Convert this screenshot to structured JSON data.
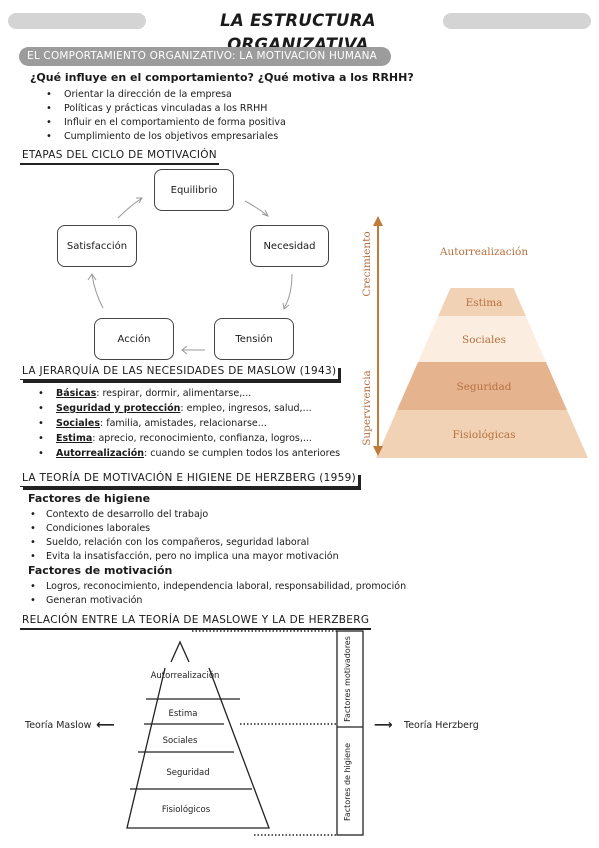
{
  "title": "La estructura organizativa",
  "motivation_header": "EL COMPORTAMIENTO ORGANIZATIVO: LA MOTIVACIÓN HUMANA",
  "question": "¿Qué influye en el comportamiento? ¿Qué motiva a los RRHH?",
  "influences": [
    "Orientar la dirección de la empresa",
    "Políticas y prácticas vinculadas a los RRHH",
    "Influir en el comportamiento de forma positiva",
    "Cumplimiento de los objetivos empresariales"
  ],
  "cycle": {
    "heading": "ETAPAS DEL CICLO DE MOTIVACIÓN",
    "stages": [
      "Equilibrio",
      "Necesidad",
      "Tensión",
      "Acción",
      "Satisfacción"
    ]
  },
  "maslow_pyramid": {
    "levels": [
      "Autorrealización",
      "Estima",
      "Sociales",
      "Seguridad",
      "Fisiológicas"
    ],
    "colors": [
      "#ffffff",
      "#f2d2b4",
      "#fbede0",
      "#e6b38f",
      "#f2d2b4"
    ],
    "text_color": "#b5703f",
    "axis_color": "#c07a3a",
    "axis_labels": [
      "Crecimiento",
      "Supervivencia"
    ]
  },
  "maslow": {
    "heading": "LA JERARQUÍA DE LAS NECESIDADES DE MASLOW (1943)",
    "items": [
      {
        "term": "Básicas",
        "text": ": respirar, dormir, alimentarse,..."
      },
      {
        "term": "Seguridad y protección",
        "text": ": empleo, ingresos, salud,..."
      },
      {
        "term": "Sociales",
        "text": ": familia, amistades, relacionarse..."
      },
      {
        "term": "Estima",
        "text": ": aprecio, reconocimiento, confianza, logros,..."
      },
      {
        "term": "Autorrealización",
        "text": ":  cuando se cumplen todos los anteriores"
      }
    ]
  },
  "herzberg": {
    "heading": "LA TEORÍA DE MOTIVACIÓN E HIGIENE DE HERZBERG (1959)",
    "hygiene_title": "Factores de higiene",
    "hygiene": [
      "Contexto de desarrollo del trabajo",
      "Condiciones laborales",
      "Sueldo, relación con los compañeros, seguridad laboral",
      "Evita la insatisfacción, pero no implica una mayor motivación"
    ],
    "motivation_title": "Factores de motivación",
    "motivation": [
      "Logros, reconocimiento, independencia laboral, responsabilidad, promoción",
      "Generan motivación"
    ]
  },
  "relation": {
    "heading": "RELACIÓN ENTRE LA TEORÍA DE MASLOWE Y LA DE HERZBERG",
    "levels": [
      "Autorrealización",
      "Estima",
      "Sociales",
      "Seguridad",
      "Fisiológicos"
    ],
    "left_label": "Teoría Maslow",
    "right_label": "Teoría Herzberg",
    "motivators_label": "Factores motivadores",
    "hygiene_label": "Factores de higiene",
    "left_arrow": "⟵",
    "right_arrow": "⟶"
  }
}
